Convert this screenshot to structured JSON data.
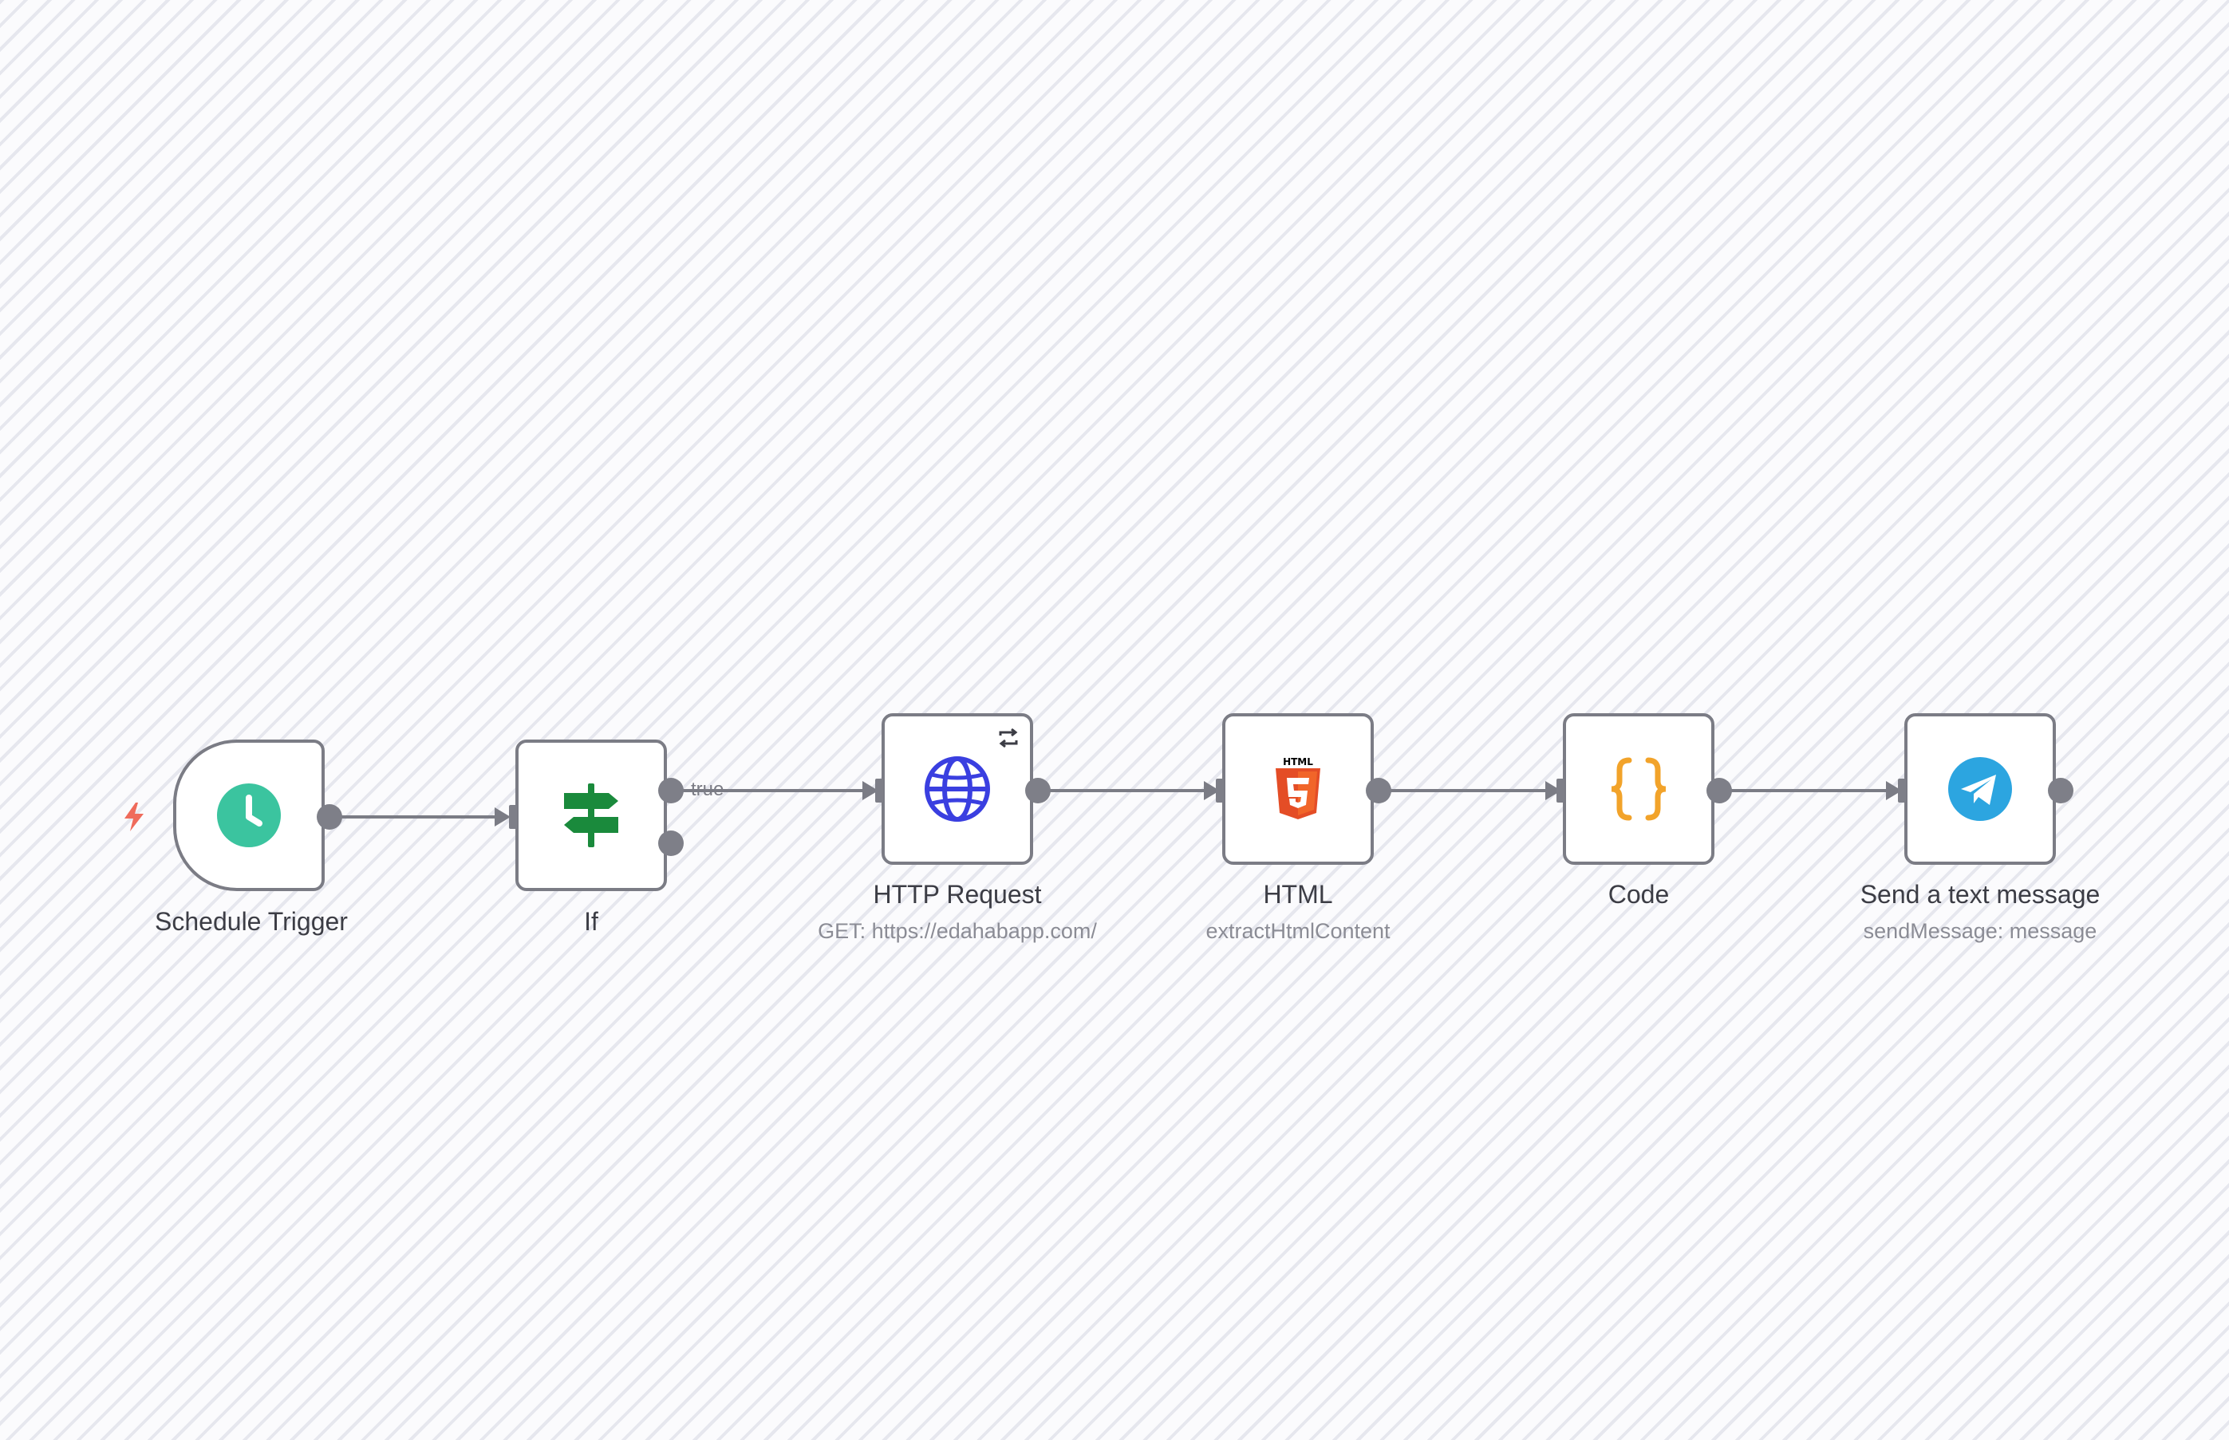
{
  "canvas": {
    "background": "#fbfbfd",
    "stripe_color": "#e6e7ee"
  },
  "nodes": [
    {
      "id": "schedule-trigger",
      "label": "Schedule Trigger",
      "subtitle": "",
      "icon": "clock-icon",
      "color": "#3bc49f"
    },
    {
      "id": "if",
      "label": "If",
      "subtitle": "",
      "icon": "signpost-icon",
      "color": "#1a8a3c"
    },
    {
      "id": "http-request",
      "label": "HTTP Request",
      "subtitle": "GET: https://edahabapp.com/",
      "icon": "globe-icon",
      "color": "#3a3fe0"
    },
    {
      "id": "html",
      "label": "HTML",
      "subtitle": "extractHtmlContent",
      "icon": "html5-icon",
      "color": "#e44d26"
    },
    {
      "id": "code",
      "label": "Code",
      "subtitle": "",
      "icon": "curly-braces-icon",
      "color": "#f2a32a"
    },
    {
      "id": "telegram",
      "label": "Send a text message",
      "subtitle": "sendMessage: message",
      "icon": "telegram-icon",
      "color": "#2ca5e0"
    }
  ],
  "connections": {
    "if_true_label": "true"
  },
  "icons": {
    "trigger_indicator": "lightning-bolt-icon",
    "trigger_indicator_color": "#ef6b5b",
    "http_loop": "loop-arrows-icon",
    "html_badge_text": "HTML"
  }
}
